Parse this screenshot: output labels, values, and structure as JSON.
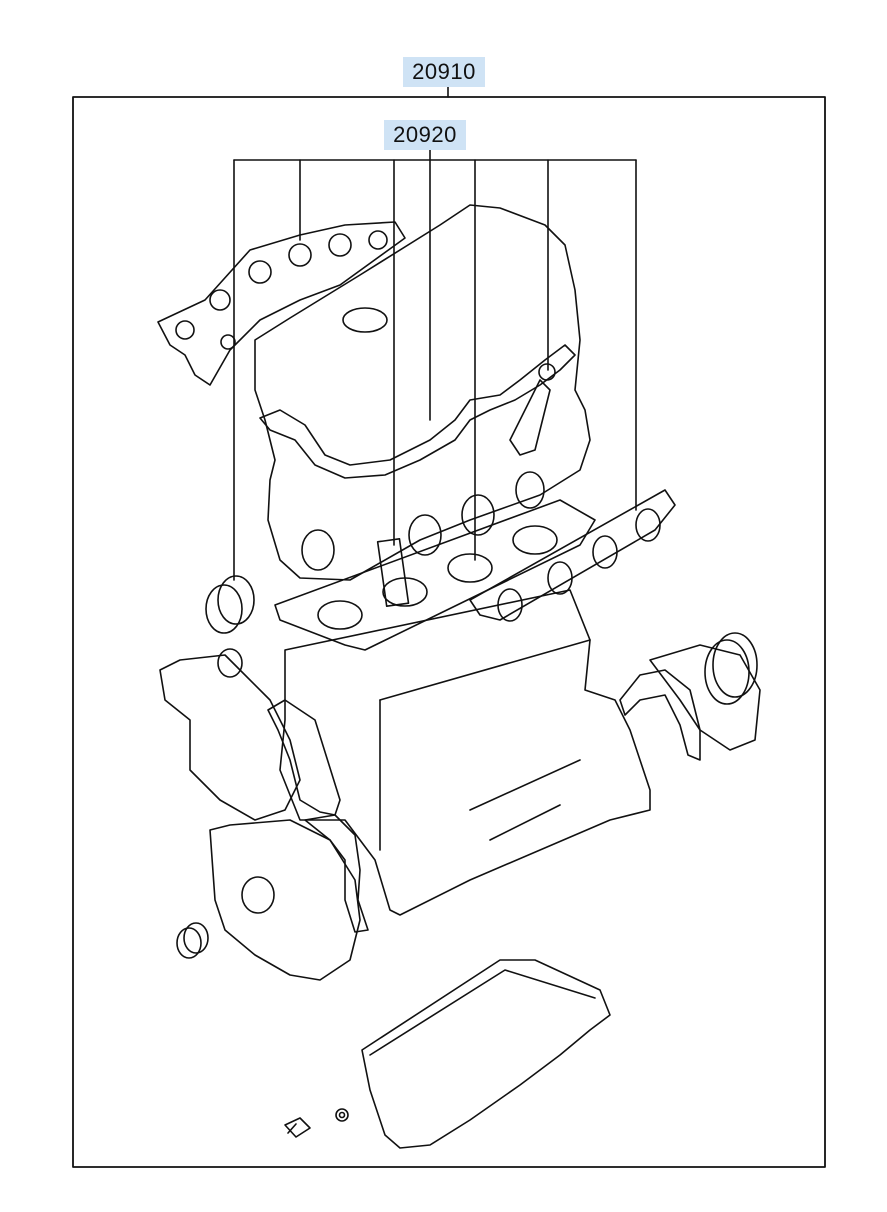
{
  "callouts": [
    {
      "id": "c1",
      "label": "20910"
    },
    {
      "id": "c2",
      "label": "20920"
    }
  ],
  "colors": {
    "highlight": "#cfe3f5",
    "line": "#111111"
  }
}
